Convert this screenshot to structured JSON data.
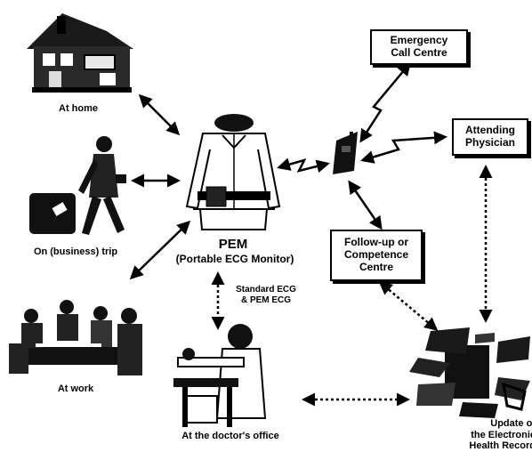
{
  "locations": {
    "home": "At home",
    "trip": "On (business) trip",
    "work": "At work",
    "doctor": "At the doctor's office"
  },
  "pem": {
    "title": "PEM",
    "subtitle": "(Portable ECG Monitor)"
  },
  "ecg_note": {
    "line1": "Standard ECG",
    "line2": "& PEM ECG"
  },
  "nodes": {
    "emergency": {
      "line1": "Emergency",
      "line2": "Call Centre"
    },
    "physician": {
      "line1": "Attending",
      "line2": "Physician"
    },
    "followup": {
      "line1": "Follow-up or",
      "line2": "Competence",
      "line3": "Centre"
    },
    "ehr": {
      "line1": "Update of",
      "line2": "the Electronic",
      "line3": "Health Record"
    }
  }
}
